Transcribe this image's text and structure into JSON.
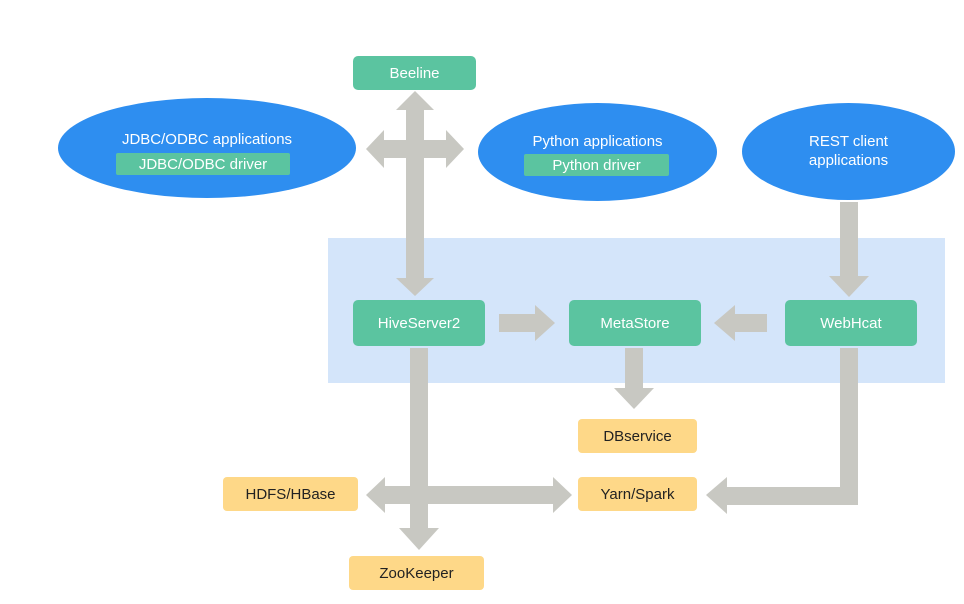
{
  "nodes": {
    "beeline": "Beeline",
    "jdbc_app": "JDBC/ODBC applications",
    "jdbc_driver": "JDBC/ODBC driver",
    "python_app": "Python applications",
    "python_driver": "Python driver",
    "rest_app": "REST client\napplications",
    "hiveserver2": "HiveServer2",
    "metastore": "MetaStore",
    "webhcat": "WebHcat",
    "dbservice": "DBservice",
    "hdfs_hbase": "HDFS/HBase",
    "yarn_spark": "Yarn/Spark",
    "zookeeper": "ZooKeeper"
  },
  "colors": {
    "client_ellipse": "#2e8ef0",
    "component_box": "#5bc4a0",
    "dependency_box": "#fed888",
    "panel": "#d4e5fa",
    "arrow": "#c8c8c2"
  }
}
